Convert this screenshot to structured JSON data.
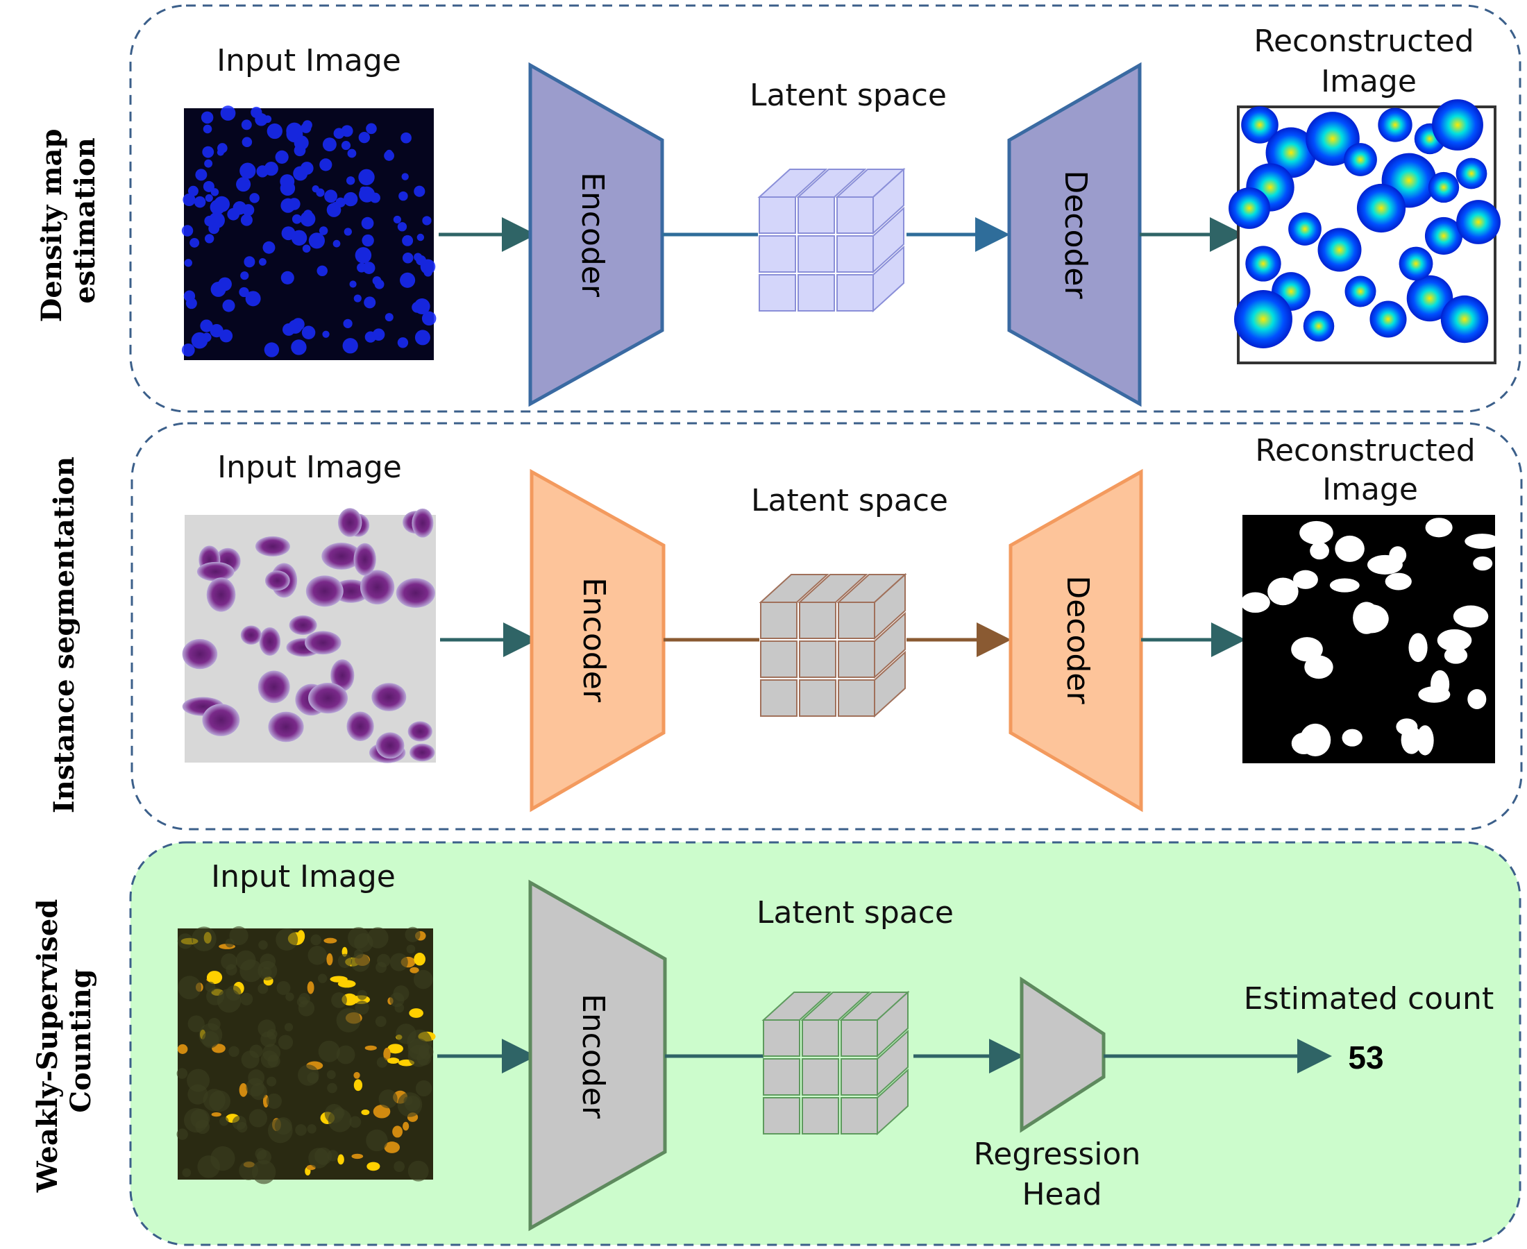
{
  "rows": [
    {
      "side_label_lines": [
        "Density map",
        "estimation"
      ],
      "input_label": "Input Image",
      "latent_label": "Latent space",
      "encoder_label": "Encoder",
      "decoder_label": "Decoder",
      "output_label_lines": [
        "Reconstructed",
        "Image"
      ]
    },
    {
      "side_label_lines": [
        "Instance segmentation"
      ],
      "input_label": "Input Image",
      "latent_label": "Latent space",
      "encoder_label": "Encoder",
      "decoder_label": "Decoder",
      "output_label_lines": [
        "Reconstructed",
        "Image"
      ]
    },
    {
      "side_label_lines": [
        "Weakly-Supervised",
        "Counting"
      ],
      "input_label": "Input Image",
      "latent_label": "Latent space",
      "encoder_label": "Encoder",
      "head_label_lines": [
        "Regression",
        "Head"
      ],
      "output_label": "Estimated count",
      "count_value": "53"
    }
  ],
  "colors": {
    "row1_block_fill": "#9b9ccc",
    "row1_block_stroke": "#3a6aa2",
    "row1_cube_fill": "#d4d6fa",
    "row1_cube_stroke": "#8a8fd8",
    "row1_line": "#2f6d9a",
    "row2_block_fill": "#fdc49a",
    "row2_block_stroke": "#f39a5e",
    "row2_cube_fill": "#c8c8c8",
    "row2_cube_stroke": "#a0705a",
    "row2_line": "#8a5a32",
    "row3_block_fill": "#c6c6c6",
    "row3_block_stroke": "#5e8a5e",
    "row3_cube_stroke": "#5e9a5e",
    "row3_panel_fill": "#ccfccc",
    "arrow_teal": "#2f6466",
    "border_dash": "#3b5f8a"
  }
}
